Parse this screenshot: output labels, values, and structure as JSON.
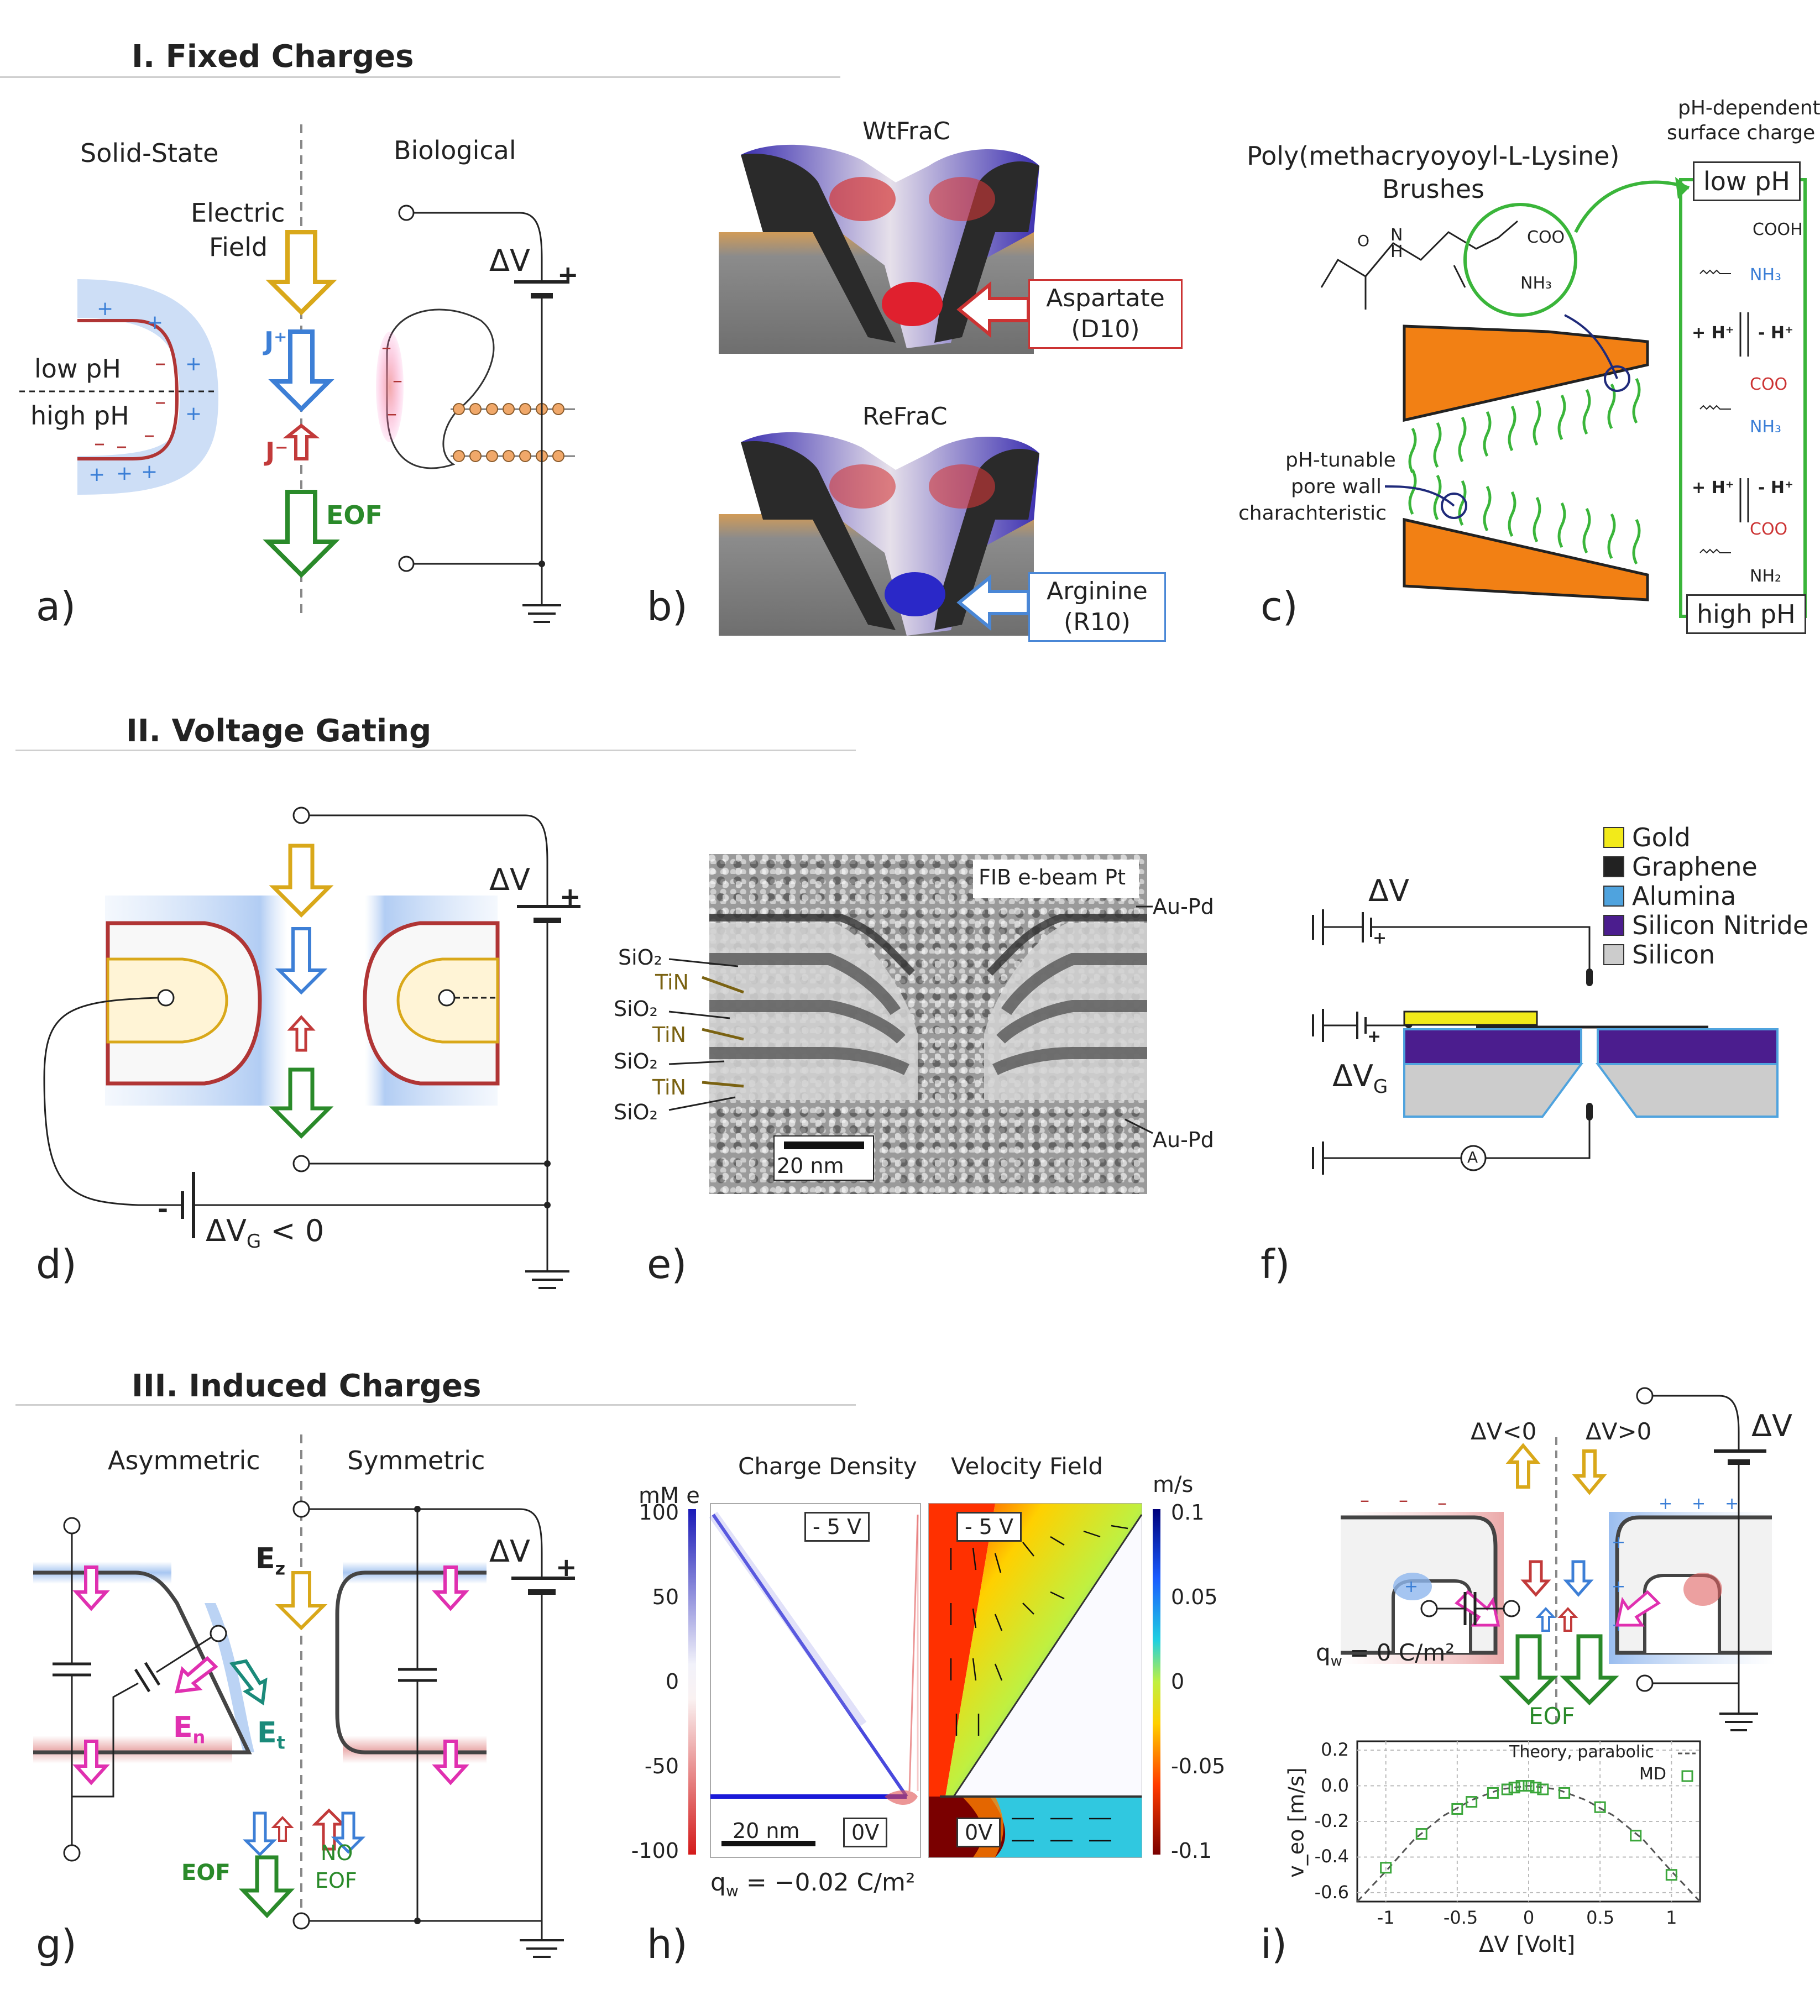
{
  "sections": {
    "fixed": "I. Fixed Charges",
    "voltage": "II. Voltage Gating",
    "induced": "III. Induced Charges"
  },
  "panel_a": {
    "letter": "a)",
    "solid_state": "Solid-State",
    "biological": "Biological",
    "electric_field": [
      "Electric",
      "Field"
    ],
    "low_ph": "low pH",
    "high_ph": "high pH",
    "j_plus": "J⁺",
    "j_minus": "J⁻",
    "eof": "EOF",
    "delta_v": "ΔV",
    "plus": "+"
  },
  "panel_b": {
    "letter": "b)",
    "wt": "WtFraC",
    "re": "ReFraC",
    "aspartate": [
      "Aspartate",
      "(D10)"
    ],
    "arginine": [
      "Arginine",
      "(R10)"
    ]
  },
  "panel_c": {
    "letter": "c)",
    "title": [
      "Poly(methacryoyoyl-L-Lysine)",
      "Brushes"
    ],
    "ph_surface": [
      "pH-dependent",
      "surface charge"
    ],
    "low_ph": "low pH",
    "high_ph": "high pH",
    "tunable": [
      "pH-tunable",
      "pore wall",
      "charachteristic"
    ],
    "cooh": "COOH",
    "nh3": "NH₃",
    "coo": "COO",
    "nh2": "NH₂",
    "plus_h": "+ H⁺",
    "minus_h": "- H⁺",
    "n": "N",
    "h": "H",
    "o": "O"
  },
  "panel_d": {
    "letter": "d)",
    "delta_v": "ΔV",
    "delta_vg": "ΔV",
    "vg_sub": "G",
    "vg_rest": " < 0",
    "plus": "+",
    "minus": "-"
  },
  "panel_e": {
    "letter": "e)",
    "fib": "FIB e-beam Pt",
    "au_pd": "Au-Pd",
    "sio2": "SiO₂",
    "tin": "TiN",
    "scale": "20 nm"
  },
  "panel_f": {
    "letter": "f)",
    "delta_v": "ΔV",
    "delta_vg": "ΔV",
    "vg_sub": "G",
    "ammeter": "A",
    "legend": [
      {
        "label": "Gold",
        "color": "#f2ea1a"
      },
      {
        "label": "Graphene",
        "color": "#222222"
      },
      {
        "label": "Alumina",
        "color": "#4fa3de"
      },
      {
        "label": "Silicon Nitride",
        "color": "#4b1d8e"
      },
      {
        "label": "Silicon",
        "color": "#cccccc"
      }
    ]
  },
  "panel_g": {
    "letter": "g)",
    "asym": "Asymmetric",
    "sym": "Symmetric",
    "ez": "E",
    "ez_sub": "z",
    "en": "E",
    "en_sub": "n",
    "et": "E",
    "et_sub": "t",
    "eof": "EOF",
    "no_eof": [
      "NO",
      "EOF"
    ],
    "delta_v": "ΔV"
  },
  "panel_h": {
    "letter": "h)",
    "charge_title": "Charge Density",
    "velocity_title": "Velocity Field",
    "unit_left": "mM e",
    "unit_right": "m/s",
    "left_ticks": [
      "100",
      "50",
      "0",
      "-50",
      "-100"
    ],
    "right_ticks": [
      "0.1",
      "0.05",
      "0",
      "-0.05",
      "-0.1"
    ],
    "m5v": "- 5 V",
    "zero_v": "0V",
    "scale": "20 nm",
    "qw": "q",
    "qw_sub": "w",
    "qw_rest": " = −0.02 C/m²"
  },
  "panel_i": {
    "letter": "i)",
    "dv_neg": "ΔV<0",
    "dv_pos": "ΔV>0",
    "delta_v": "ΔV",
    "qw": "q",
    "qw_sub": "w",
    "qw_rest": " = 0 C/m²",
    "eof": "EOF"
  },
  "chart_data": {
    "type": "scatter",
    "xlabel": "ΔV [Volt]",
    "ylabel": "v_eo [m/s]",
    "xlim": [
      -1.2,
      1.2
    ],
    "ylim": [
      -0.65,
      0.25
    ],
    "xticks": [
      -1,
      -0.5,
      0,
      0.5,
      1
    ],
    "xtick_labels": [
      "-1",
      "-0.5",
      "0",
      "0.5",
      "1"
    ],
    "yticks": [
      0.2,
      0.0,
      -0.2,
      -0.4,
      -0.6
    ],
    "ytick_labels": [
      "0.2",
      "0.0",
      "-0.2",
      "-0.4",
      "-0.6"
    ],
    "grid": true,
    "legend_position": "top-right",
    "series": [
      {
        "name": "MD",
        "color": "#3aa63a",
        "x": [
          -1.0,
          -0.75,
          -0.5,
          -0.4,
          -0.25,
          -0.15,
          -0.1,
          -0.05,
          0.0,
          0.05,
          0.1,
          0.25,
          0.5,
          0.75,
          1.0
        ],
        "y": [
          -0.46,
          -0.27,
          -0.13,
          -0.09,
          -0.04,
          -0.02,
          -0.01,
          0.0,
          0.0,
          -0.01,
          -0.02,
          -0.04,
          -0.12,
          -0.28,
          -0.5
        ]
      },
      {
        "name": "Theory, parabolic",
        "color": "#555555",
        "style": "dashed",
        "x": [
          -1.2,
          -1.0,
          -0.8,
          -0.6,
          -0.4,
          -0.2,
          0.0,
          0.2,
          0.4,
          0.6,
          0.8,
          1.0,
          1.2
        ],
        "y": [
          -0.68,
          -0.48,
          -0.3,
          -0.17,
          -0.08,
          -0.02,
          0.0,
          -0.02,
          -0.08,
          -0.17,
          -0.3,
          -0.48,
          -0.68
        ]
      }
    ]
  }
}
